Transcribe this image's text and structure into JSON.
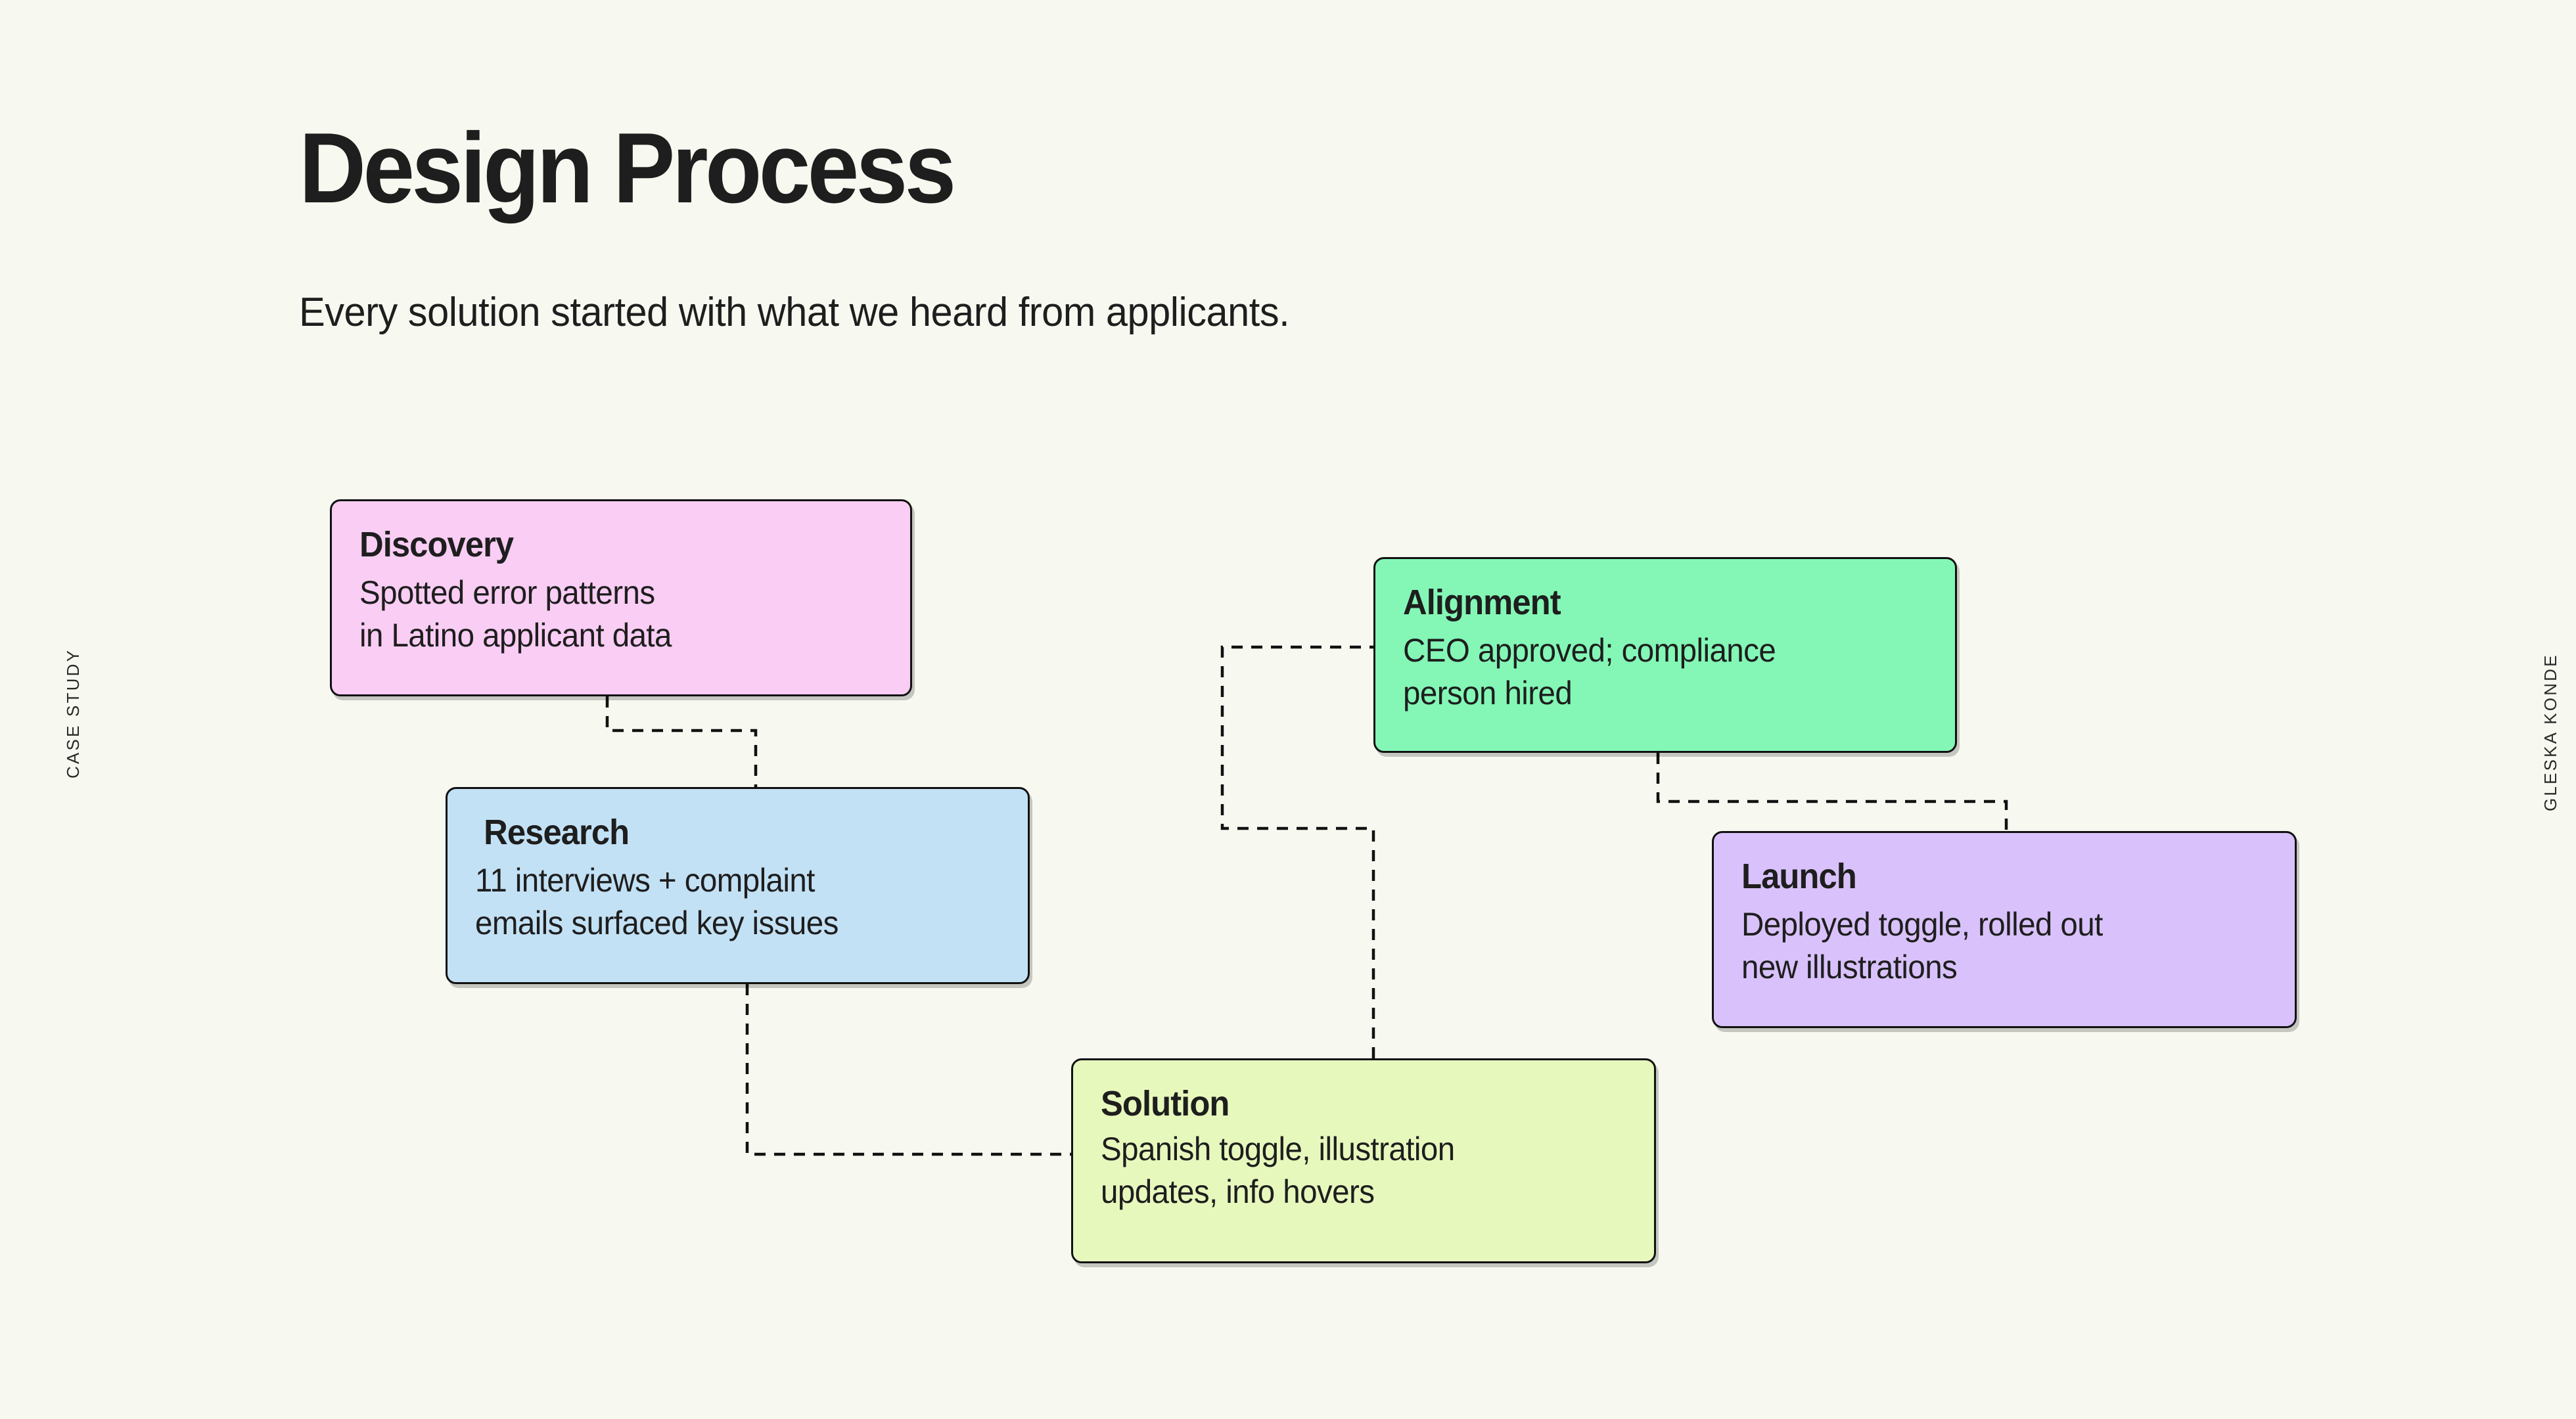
{
  "background_color": "#f7f8f0",
  "header": {
    "title": "Design Process",
    "subtitle": "Every solution started with what we heard from applicants."
  },
  "side_labels": {
    "left": "CASE STUDY",
    "right": "GLESKA KONDE"
  },
  "diagram": {
    "type": "flowchart",
    "connector_style": "dashed-orthogonal",
    "stages": [
      {
        "id": "discovery",
        "title": "Discovery",
        "description_lines": [
          "Spotted error patterns",
          "in Latino applicant data"
        ],
        "color": "#f9cdf4"
      },
      {
        "id": "research",
        "title": "Research",
        "description_lines": [
          "11 interviews + complaint",
          "emails surfaced key issues"
        ],
        "color": "#c3e1f5"
      },
      {
        "id": "solution",
        "title": "Solution",
        "description_lines": [
          "Spanish toggle, illustration",
          "updates, info hovers"
        ],
        "color": "#e7f8bd"
      },
      {
        "id": "alignment",
        "title": "Alignment",
        "description_lines": [
          "CEO approved; compliance",
          "person hired"
        ],
        "color": "#84f7b6"
      },
      {
        "id": "launch",
        "title": "Launch",
        "description_lines": [
          "Deployed toggle, rolled out",
          "new illustrations"
        ],
        "color": "#d9c2fb"
      }
    ],
    "connections": [
      {
        "from": "discovery",
        "to": "research"
      },
      {
        "from": "research",
        "to": "solution"
      },
      {
        "from": "solution",
        "to": "alignment"
      },
      {
        "from": "alignment",
        "to": "launch"
      }
    ]
  }
}
